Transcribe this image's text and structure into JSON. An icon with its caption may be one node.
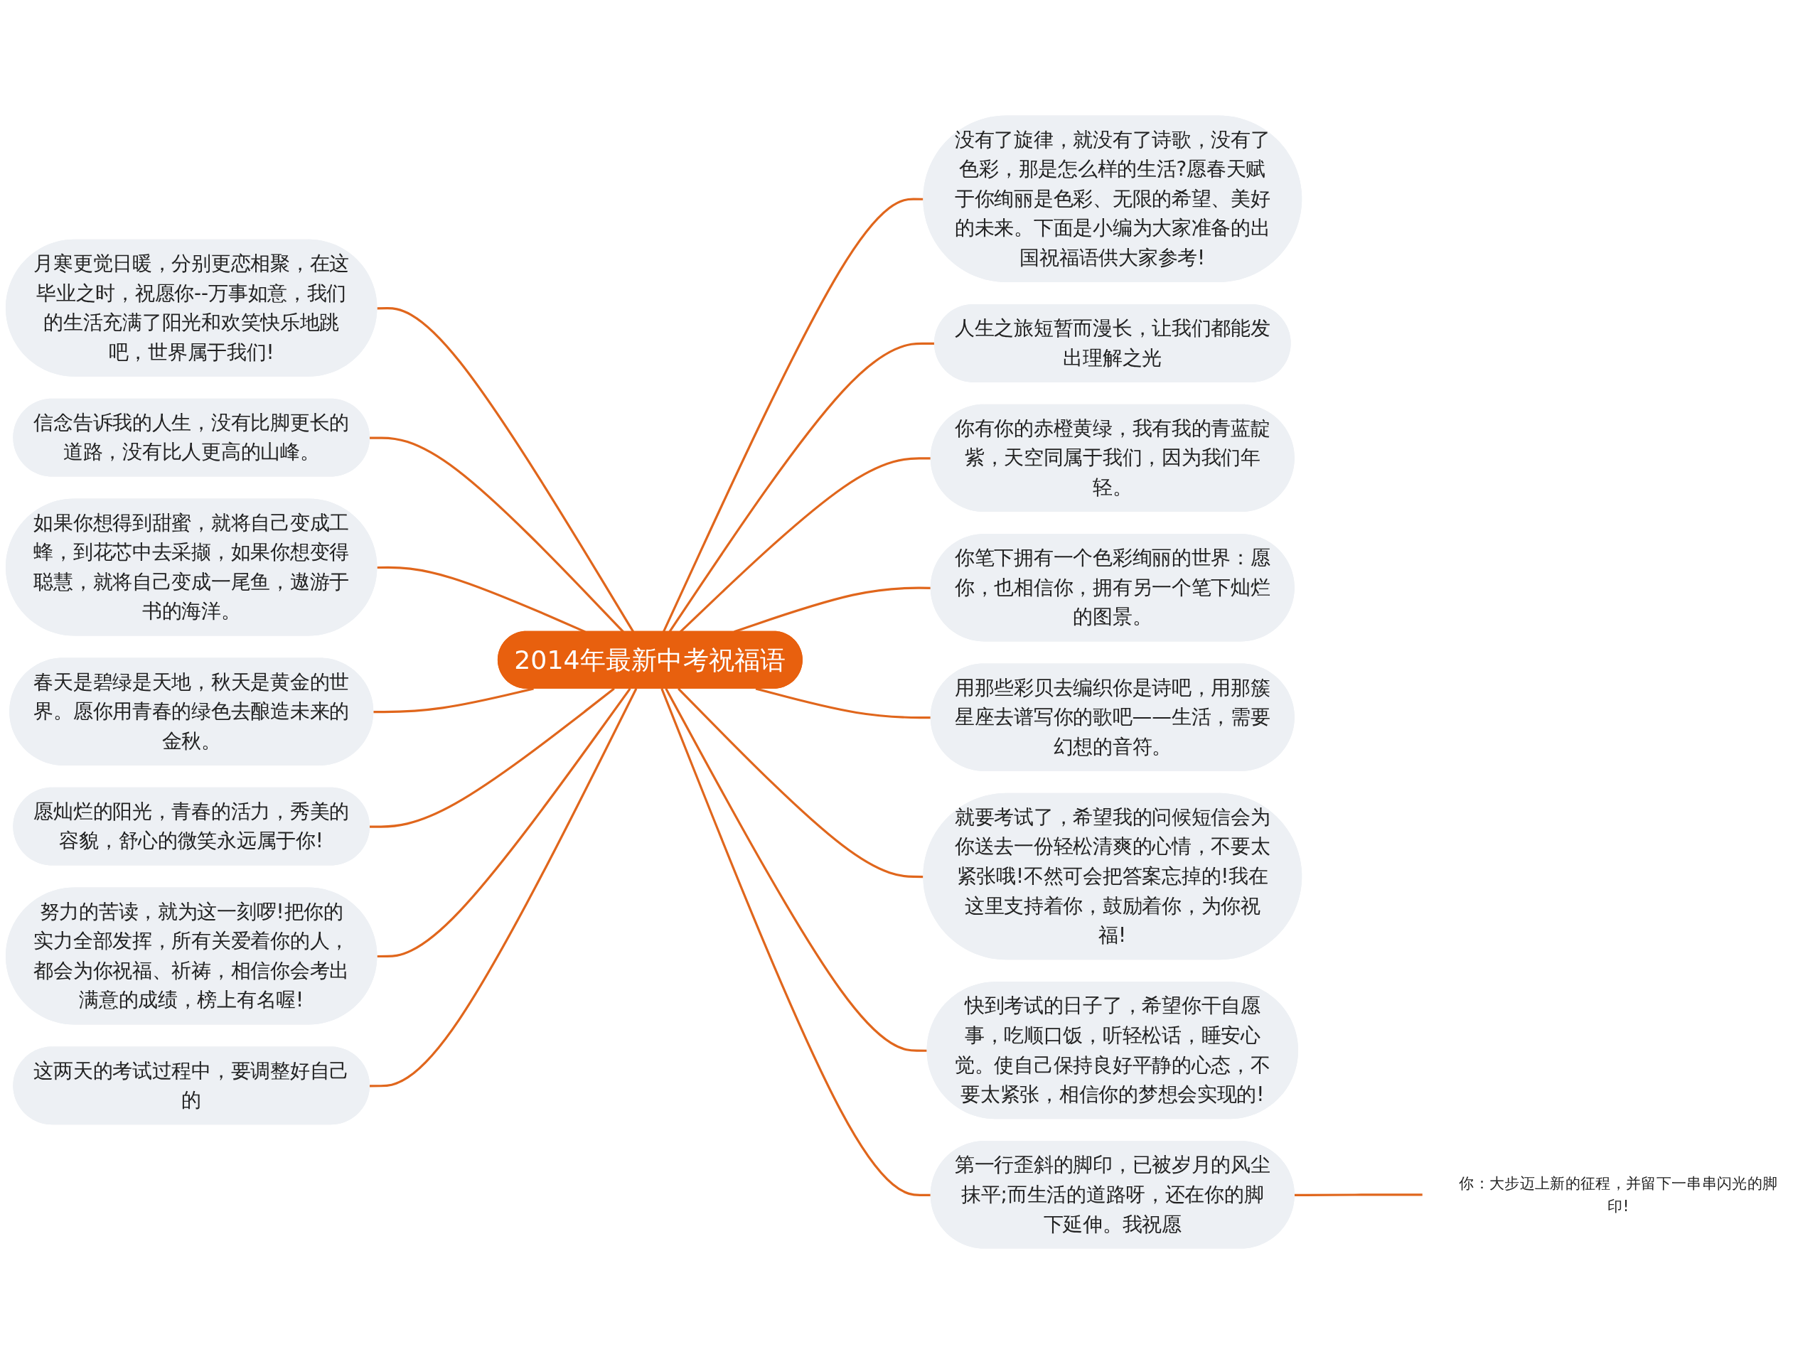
{
  "diagram": {
    "nodes": [
      {
        "text": [
          "2014年最新中考祝福语"
        ]
      },
      {
        "text": [
          "月寒更觉日暖，分别更恋相聚，在这毕业之时，祝愿你--万事如意，我们的生活充满了阳光和欢笑快乐地跳吧，世界属于我们!"
        ]
      },
      {
        "text": [
          "信念告诉我的人生，没有比脚更长的道路，没有比人更高的山峰。"
        ]
      },
      {
        "text": [
          "如果你想得到甜蜜，就将自己变成工蜂，到花芯中去采撷，如果你想变得聪慧，就将自己变成一尾鱼，遨游于书的海洋。"
        ]
      },
      {
        "text": [
          "春天是碧绿是天地，秋天是黄金的世界。愿你用青春的绿色去酿造未来的金秋。"
        ]
      },
      {
        "text": [
          "愿灿烂的阳光，青春的活力，秀美的容貌，舒心的微笑永远属于你!"
        ]
      },
      {
        "text": [
          "努力的苦读，就为这一刻啰!把你的实力全部发挥，所有关爱着你的人，都会为你祝福、祈祷，相信你会考出满意的成绩，榜上有名喔!"
        ]
      },
      {
        "text": [
          "这两天的考试过程中，要调整好自己的"
        ]
      },
      {
        "text": [
          "没有了旋律，就没有了诗歌，没有了色彩，那是怎么样的生活?愿春天赋于你绚丽是色彩、无限的希望、美好的未来。下面是小编为大家准备的出国祝福语供大家参考!"
        ]
      },
      {
        "text": [
          "人生之旅短暂而漫长，让我们都能发出理解之光"
        ]
      },
      {
        "text": [
          "你有你的赤橙黄绿，我有我的青蓝靛紫，天空同属于我们，因为我们年轻。"
        ]
      },
      {
        "text": [
          "你笔下拥有一个色彩绚丽的世界：愿你，也相信你，拥有另一个笔下灿烂的图景。"
        ]
      },
      {
        "text": [
          "用那些彩贝去编织你是诗吧，用那簇星座去谱写你的歌吧——生活，需要幻想的音符。"
        ]
      },
      {
        "text": [
          "就要考试了，希望我的问候短信会为你送去一份轻松清爽的心情，不要太紧张哦!不然可会把答案忘掉的!我在这里支持着你，鼓励着你，为你祝福!"
        ]
      },
      {
        "text": [
          "快到考试的日子了，希望你干自愿事，吃顺口饭，听轻松话，睡安心觉。使自己保持良好平静的心态，不要太紧张，相信你的梦想会实现的!"
        ]
      },
      {
        "text": [
          "第一行歪斜的脚印，已被岁月的风尘抹平;而生活的道路呀，还在你的脚下延伸。我祝愿"
        ]
      },
      {
        "text": [
          "你：大步迈上新的征程，并留下一串串闪光的脚印!"
        ]
      }
    ],
    "edges": [
      {
        "from": 0,
        "to": 1,
        "arrow": "none"
      },
      {
        "from": 0,
        "to": 2,
        "arrow": "none"
      },
      {
        "from": 0,
        "to": 3,
        "arrow": "none"
      },
      {
        "from": 0,
        "to": 4,
        "arrow": "none"
      },
      {
        "from": 0,
        "to": 5,
        "arrow": "none"
      },
      {
        "from": 0,
        "to": 6,
        "arrow": "none"
      },
      {
        "from": 0,
        "to": 7,
        "arrow": "none"
      },
      {
        "from": 0,
        "to": 8,
        "arrow": "none"
      },
      {
        "from": 0,
        "to": 9,
        "arrow": "none"
      },
      {
        "from": 0,
        "to": 10,
        "arrow": "none"
      },
      {
        "from": 0,
        "to": 11,
        "arrow": "none"
      },
      {
        "from": 0,
        "to": 12,
        "arrow": "none"
      },
      {
        "from": 0,
        "to": 13,
        "arrow": "none"
      },
      {
        "from": 0,
        "to": 14,
        "arrow": "none"
      },
      {
        "from": 0,
        "to": 15,
        "arrow": "none"
      },
      {
        "from": 15,
        "to": 16,
        "arrow": "none"
      }
    ]
  }
}
